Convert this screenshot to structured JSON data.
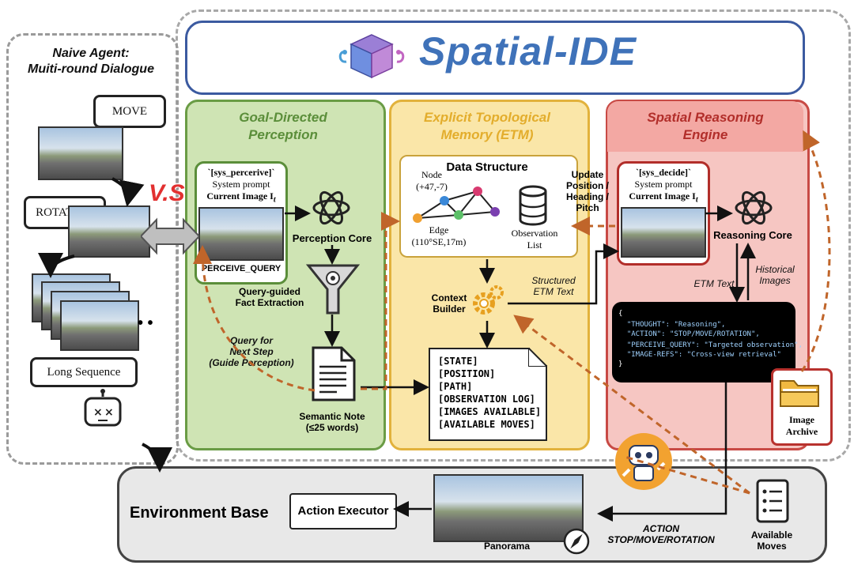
{
  "title": "Spatial-IDE",
  "naive_agent": {
    "title": "Naive Agent:\nMuiti-round Dialogue",
    "bubble_move": "MOVE",
    "bubble_rotation": "ROTATION",
    "bubble_long": "Long Sequence",
    "ellipsis": "• •",
    "vs": "V.S."
  },
  "gdp": {
    "heading": "Goal-Directed\nPerception",
    "prompt_tag": "`[sys_percerive]`",
    "prompt_line1": "System prompt",
    "prompt_line2": "Current Image I",
    "prompt_sub": "t",
    "query_label": "PERCEIVE_QUERY",
    "core_label": "Perception Core",
    "fact_label": "Query-guided\nFact Extraction",
    "query_next": "Query for\nNext Step\n(Guide Perception)",
    "note_label": "Semantic Note\n(≤25 words)"
  },
  "etm": {
    "heading": "Explicit Topological\nMemory (ETM)",
    "ds_title": "Data Structure",
    "node_label": "Node\n(+47,-7)",
    "edge_label": "Edge\n(110°SE,17m)",
    "obs_label": "Observation\nList",
    "context_label": "Context\nBuilder",
    "state_lines": [
      "[STATE]",
      "[POSITION]",
      "[PATH]",
      "[OBSERVATION LOG]",
      "[IMAGES AVAILABLE]",
      "[AVAILABLE MOVES]"
    ],
    "structured_label": "Structured\nETM Text",
    "update_label": "Update\nPosition /\nHeading /\nPitch"
  },
  "sre": {
    "heading": "Spatial Reasoning\nEngine",
    "prompt_tag": "`[sys_decide]`",
    "prompt_line1": "System prompt",
    "prompt_line2": "Current Image I",
    "prompt_sub": "t",
    "core_label": "Reasoning Core",
    "etm_text": "ETM Text",
    "historical": "Historical\nImages",
    "archive_label": "Image\nArchive",
    "json_lines": [
      "{",
      "  \"THOUGHT\": \"Reasoning\",",
      "  \"ACTION\": \"STOP/MOVE/ROTATION\",",
      "  \"PERCEIVE_QUERY\": \"Targeted observation\",",
      "  \"IMAGE-REFS\": \"Cross-view retrieval\"",
      "}"
    ]
  },
  "env": {
    "title": "Environment Base",
    "executor": "Action Executor",
    "panorama": "Panorama",
    "action_label": "ACTION\nSTOP/MOVE/ROTATION",
    "available_moves": "Available\nMoves"
  },
  "colors": {
    "title_blue": "#3f72b9",
    "green": "#6a9c45",
    "yellow": "#e2b23c",
    "red": "#c84a45",
    "dashed_orange": "#c0652a"
  }
}
